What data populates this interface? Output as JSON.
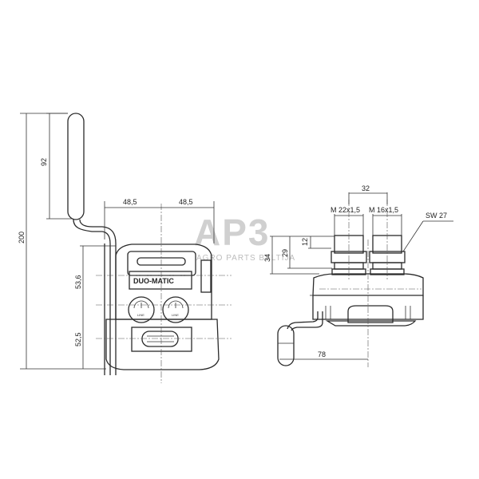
{
  "watermark": {
    "logo": "AP3",
    "tagline": "AGRO PARTS BALTIJA"
  },
  "front_view": {
    "label": "DUO-MATIC",
    "gauge_left_text": "LINE",
    "gauge_right_text": "LINE",
    "dimensions": {
      "overall_height": "200",
      "handle_length": "92",
      "upper_height": "53,6",
      "lower_height": "52,5",
      "half_width_left": "48,5",
      "half_width_right": "48,5"
    }
  },
  "side_view": {
    "dimensions": {
      "port_spacing": "32",
      "port_left_thread": "M 22x1,5",
      "port_right_thread": "M 16x1,5",
      "wrench_size": "SW 27",
      "nut_height": "12",
      "port_height": "29",
      "overall_port_height": "34",
      "handle_offset": "78"
    }
  }
}
